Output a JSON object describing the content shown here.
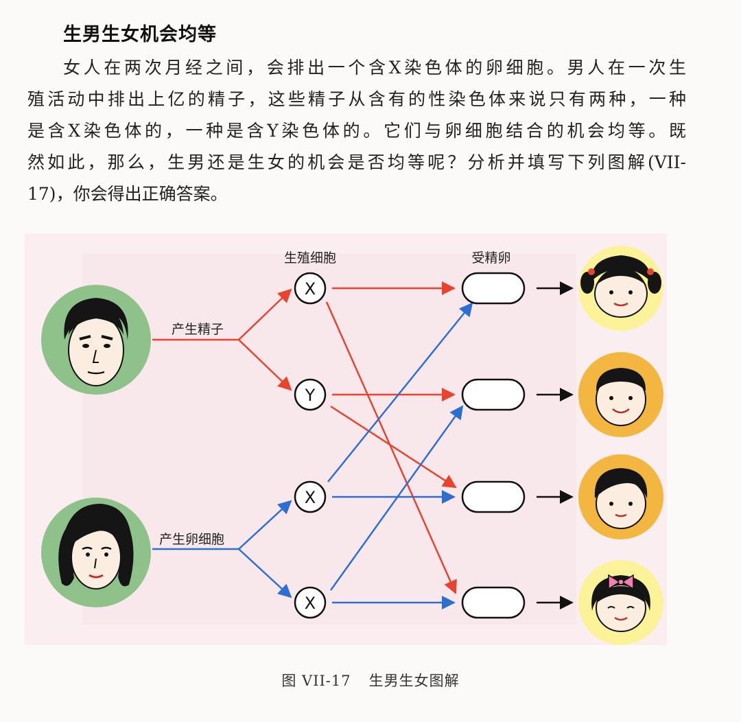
{
  "section": {
    "heading": "生男生女机会均等",
    "paragraph_lines": [
      "女人在两次月经之间，会排出一个含X染色体的卵细胞。男人在一次生",
      "殖活动中排出上亿的精子，这些精子从含有的性染色体来说只有两种，一种",
      "是含X染色体的，一种是含Y染色体的。它们与卵细胞结合的机会均等。既",
      "然如此，那么，生男还是生女的机会是否均等呢？分析并填写下列图解(VII-",
      "17)，你会得出正确答案。"
    ]
  },
  "figure": {
    "labels": {
      "germ_cells": "生殖细胞",
      "zygote": "受精卵",
      "produce_sperm": "产生精子",
      "produce_egg": "产生卵细胞"
    },
    "sperm_cells": [
      "X",
      "Y"
    ],
    "egg_cells": [
      "X",
      "X"
    ],
    "zygotes": [
      "",
      "",
      "",
      ""
    ],
    "colors": {
      "male_line": "#e8432e",
      "female_line": "#2d6fd1",
      "parent_circle": "#8fc28a",
      "girl_circle": "#fbf29a",
      "boy_circle": "#f3b640",
      "background_panel": "#fbeef0"
    },
    "icons": [
      "father-face-icon",
      "mother-face-icon",
      "girl-pigtails-face-icon",
      "boy-face-icon",
      "boy-face-icon",
      "girl-bow-face-icon"
    ]
  },
  "caption": {
    "number": "图 VII-17",
    "title": "生男生女图解"
  }
}
